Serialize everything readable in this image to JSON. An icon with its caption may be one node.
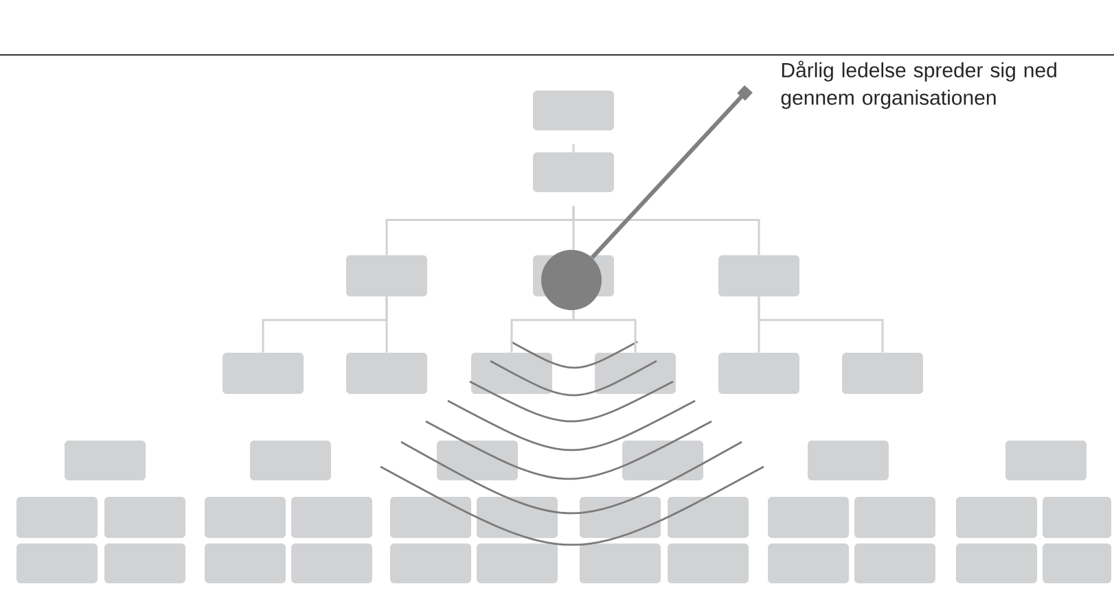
{
  "diagram": {
    "nodes": [
      {
        "text": [
          "Dårlig ledelse spreder sig ned gennem organisationen"
        ]
      },
      {
        "text": [],
        "shape": "box"
      },
      {
        "text": [],
        "shape": "box"
      },
      {
        "text": [],
        "shape": "box"
      },
      {
        "text": [],
        "shape": "box"
      },
      {
        "text": [],
        "shape": "box"
      },
      {
        "text": [],
        "shape": "circle"
      },
      {
        "text": [],
        "shape": "box"
      },
      {
        "text": [],
        "shape": "box"
      },
      {
        "text": [],
        "shape": "box"
      },
      {
        "text": [],
        "shape": "box"
      },
      {
        "text": [],
        "shape": "box"
      },
      {
        "text": [],
        "shape": "box"
      },
      {
        "text": [],
        "shape": "box"
      },
      {
        "text": [],
        "shape": "box"
      },
      {
        "text": [],
        "shape": "box"
      },
      {
        "text": [],
        "shape": "box"
      },
      {
        "text": [],
        "shape": "box"
      },
      {
        "text": [],
        "shape": "box"
      },
      {
        "text": [],
        "shape": "box"
      },
      {
        "text": [],
        "shape": "box"
      },
      {
        "text": [],
        "shape": "box"
      },
      {
        "text": [],
        "shape": "box"
      },
      {
        "text": [],
        "shape": "box"
      },
      {
        "text": [],
        "shape": "box"
      },
      {
        "text": [],
        "shape": "box"
      },
      {
        "text": [],
        "shape": "box"
      },
      {
        "text": [],
        "shape": "box"
      },
      {
        "text": [],
        "shape": "box"
      },
      {
        "text": [],
        "shape": "box"
      },
      {
        "text": [],
        "shape": "box"
      },
      {
        "text": [],
        "shape": "box"
      },
      {
        "text": [],
        "shape": "box"
      },
      {
        "text": [],
        "shape": "box"
      },
      {
        "text": [],
        "shape": "box"
      },
      {
        "text": [],
        "shape": "box"
      },
      {
        "text": [],
        "shape": "box"
      },
      {
        "text": [],
        "shape": "box"
      },
      {
        "text": [],
        "shape": "box"
      },
      {
        "text": [],
        "shape": "box"
      },
      {
        "text": [],
        "shape": "box"
      },
      {
        "text": [],
        "shape": "box"
      },
      {
        "text": [],
        "shape": "box"
      }
    ],
    "edges": [
      {
        "from": 1,
        "to": 2,
        "arrow": "none"
      },
      {
        "from": 2,
        "to": 3,
        "arrow": "none"
      },
      {
        "from": 2,
        "to": 4,
        "arrow": "none"
      },
      {
        "from": 2,
        "to": 5,
        "arrow": "none"
      },
      {
        "from": 3,
        "to": 7,
        "arrow": "none"
      },
      {
        "from": 3,
        "to": 8,
        "arrow": "none"
      },
      {
        "from": 4,
        "to": 9,
        "arrow": "none"
      },
      {
        "from": 4,
        "to": 10,
        "arrow": "none"
      },
      {
        "from": 5,
        "to": 11,
        "arrow": "none"
      },
      {
        "from": 5,
        "to": 12,
        "arrow": "none"
      },
      {
        "from": 0,
        "to": 6,
        "arrow": "other",
        "style": "thick",
        "color": "#808080"
      }
    ]
  }
}
